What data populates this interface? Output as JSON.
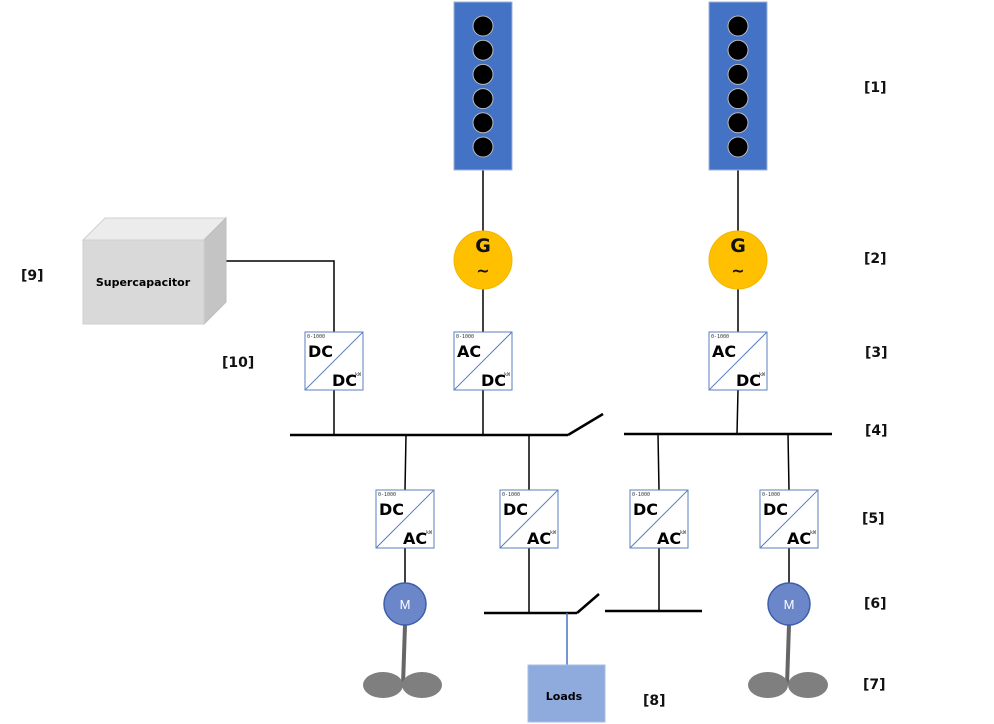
{
  "title": "Hybrid electric propulsion DC-bus diagram",
  "colors": {
    "pv_panel": "#4472c4",
    "pv_cell": "#000000",
    "generator": "#ffc000",
    "motor": "#6b87c9",
    "loads": "#8faadc",
    "supercap": "#d9d9d9",
    "propeller": "#7f7f7f",
    "converter_border": "#5b7fbf",
    "line": "#000000"
  },
  "labels": {
    "l1": "[1]",
    "l2": "[2]",
    "l3": "[3]",
    "l4": "[4]",
    "l5": "[5]",
    "l6": "[6]",
    "l7": "[7]",
    "l8": "[8]",
    "l9": "[9]",
    "l10": "[10]"
  },
  "components": {
    "supercapacitor": "Supercapacitor",
    "loads": "Loads",
    "generator_symbol": "G",
    "generator_wave": "~",
    "motor_symbol": "M",
    "converter_small_top": "0-1000",
    "converter_small_bottom": "kW",
    "converters": [
      {
        "id": "conv-dcdc",
        "top": "DC",
        "bottom": "DC"
      },
      {
        "id": "conv-acdc-left",
        "top": "AC",
        "bottom": "DC"
      },
      {
        "id": "conv-acdc-right",
        "top": "AC",
        "bottom": "DC"
      },
      {
        "id": "conv-dcac-1",
        "top": "DC",
        "bottom": "AC"
      },
      {
        "id": "conv-dcac-2",
        "top": "DC",
        "bottom": "AC"
      },
      {
        "id": "conv-dcac-3",
        "top": "DC",
        "bottom": "AC"
      },
      {
        "id": "conv-dcac-4",
        "top": "DC",
        "bottom": "AC"
      }
    ],
    "pv_cells_per_panel": 6
  }
}
